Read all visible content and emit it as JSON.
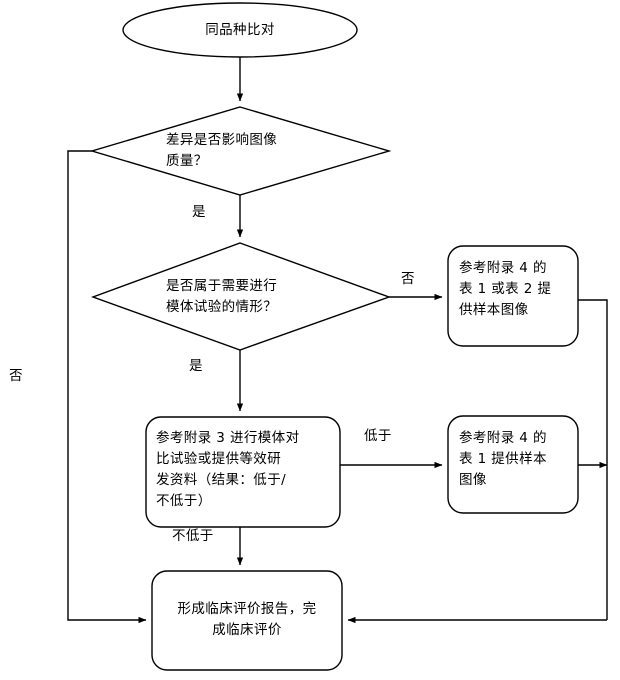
{
  "diagram": {
    "type": "flowchart",
    "title_text": "同品种比对",
    "stroke_color": "#000000",
    "background_color": "#ffffff",
    "nodes": {
      "start": {
        "shape": "ellipse",
        "label": "同品种比对"
      },
      "decision_image_quality": {
        "shape": "diamond",
        "label": "差异是否影响图像\n质量？"
      },
      "decision_phantom_test": {
        "shape": "diamond",
        "label": "是否属于需要进行\n模体试验的情形？"
      },
      "box_appendix4_table1_or_2": {
        "shape": "rounded-rectangle",
        "label": "参考附录 4 的\n表 1 或表 2 提\n供样本图像"
      },
      "box_appendix3_phantom": {
        "shape": "rounded-rectangle",
        "label": "参考附录 3 进行模体对\n比试验或提供等效研\n发资料（结果：低于/\n不低于）"
      },
      "box_appendix4_table1": {
        "shape": "rounded-rectangle",
        "label": "参考附录 4 的\n表 1 提供样本\n图像"
      },
      "box_clinical_report": {
        "shape": "rounded-rectangle",
        "label": "形成临床评价报告，完\n成临床评价"
      }
    },
    "edge_labels": {
      "quality_yes": "是",
      "quality_no": "否",
      "phantom_yes": "是",
      "phantom_no": "否",
      "result_below": "低于",
      "result_not_below": "不低于"
    }
  }
}
